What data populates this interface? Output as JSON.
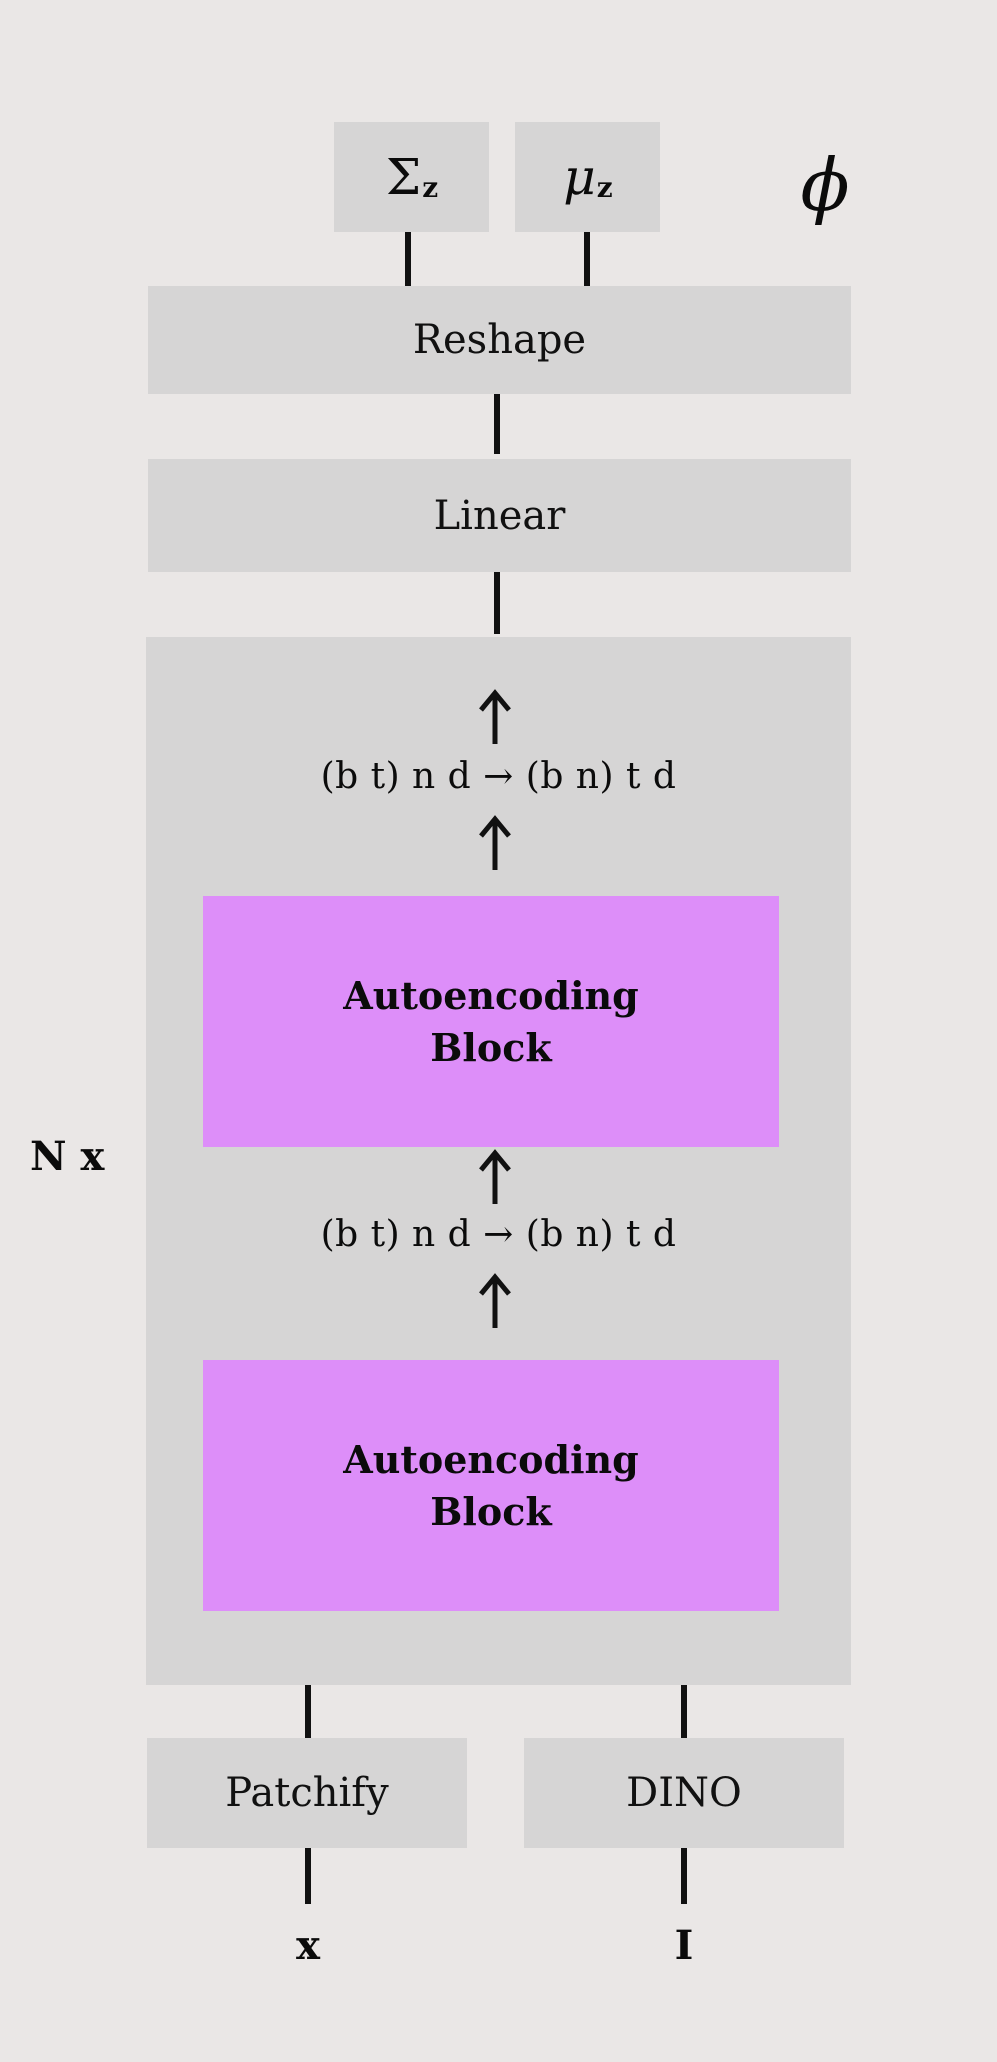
{
  "diagram": {
    "title": "Encoder architecture diagram",
    "colors": {
      "background": "#eae7e6",
      "block_gray": "#d6d5d5",
      "block_purple": "#dd8ef9",
      "ink": "#0b0b0b"
    },
    "outputs": {
      "sigma": "Σ",
      "sigma_subscript": "z",
      "mu": "μ",
      "mu_subscript": "z",
      "phi": "ϕ"
    },
    "blocks": {
      "reshape": "Reshape",
      "linear": "Linear",
      "autoencoding_line1": "Autoencoding",
      "autoencoding_line2": "Block",
      "patchify": "Patchify",
      "dino": "DINO"
    },
    "rearrange": {
      "upper": "(b t) n d → (b n) t d",
      "lower": "(b t) n d → (b n) t d"
    },
    "repeat_label": "N x",
    "inputs": {
      "patches": "x",
      "image": "I"
    }
  }
}
